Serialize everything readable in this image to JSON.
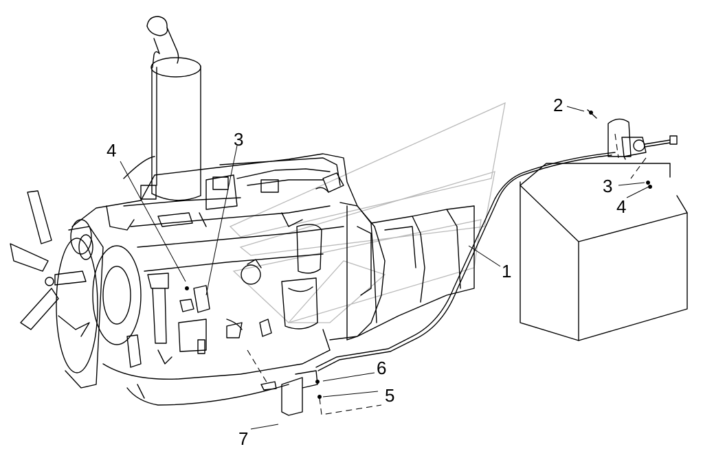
{
  "callouts": {
    "c1": "1",
    "c2": "2",
    "c3_top": "3",
    "c3_right": "3",
    "c4_left": "4",
    "c4_right": "4",
    "c5": "5",
    "c6": "6",
    "c7": "7"
  },
  "colors": {
    "line": "#000000",
    "watermark": "#b9b9b9",
    "background": "#ffffff"
  }
}
